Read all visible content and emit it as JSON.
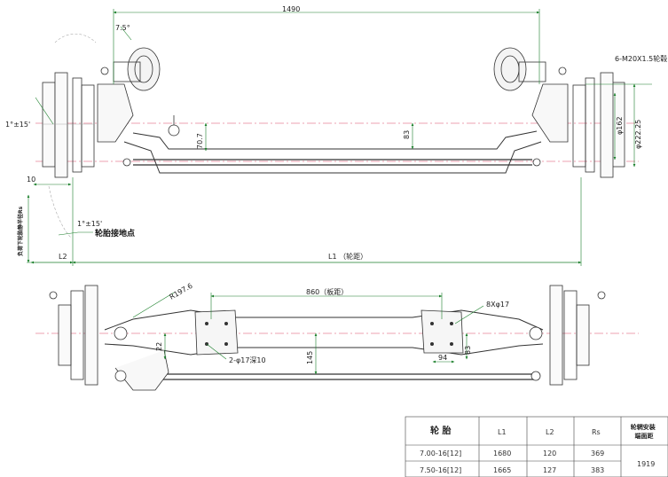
{
  "top_view": {
    "track_dim": "1490",
    "angle_top": "7.5°",
    "bolt_spec": "6-M20X1.5轮毂",
    "angle_left": "1°±15'",
    "offset_10": "10",
    "dia_162": "φ162",
    "dia_222": "φ222.25",
    "height_707": "70.7",
    "height_83": "83",
    "angle_ground": "1°±15'",
    "ground_label": "轮胎接地点",
    "side_vertical_label": "负荷下轮胎静半径Rs",
    "l2_label": "L2",
    "l1_label": "L1 （轮距）"
  },
  "plan_view": {
    "radius": "R197.6",
    "spring_dim": "860（板距）",
    "holes_8": "8Xφ17",
    "holes_2": "2-φ17深10",
    "dim_22": "22",
    "dim_145": "145",
    "dim_94": "94",
    "dim_83": "83"
  },
  "table": {
    "headers": [
      "轮 胎",
      "L1",
      "L2",
      "Rs",
      "轮辋安装\n端面距"
    ],
    "rows": [
      {
        "tire": "7.00-16[12]",
        "l1": "1680",
        "l2": "120",
        "rs": "369"
      },
      {
        "tire": "7.50-16[12]",
        "l1": "1665",
        "l2": "127",
        "rs": "383"
      }
    ],
    "mount_distance": "1919"
  }
}
